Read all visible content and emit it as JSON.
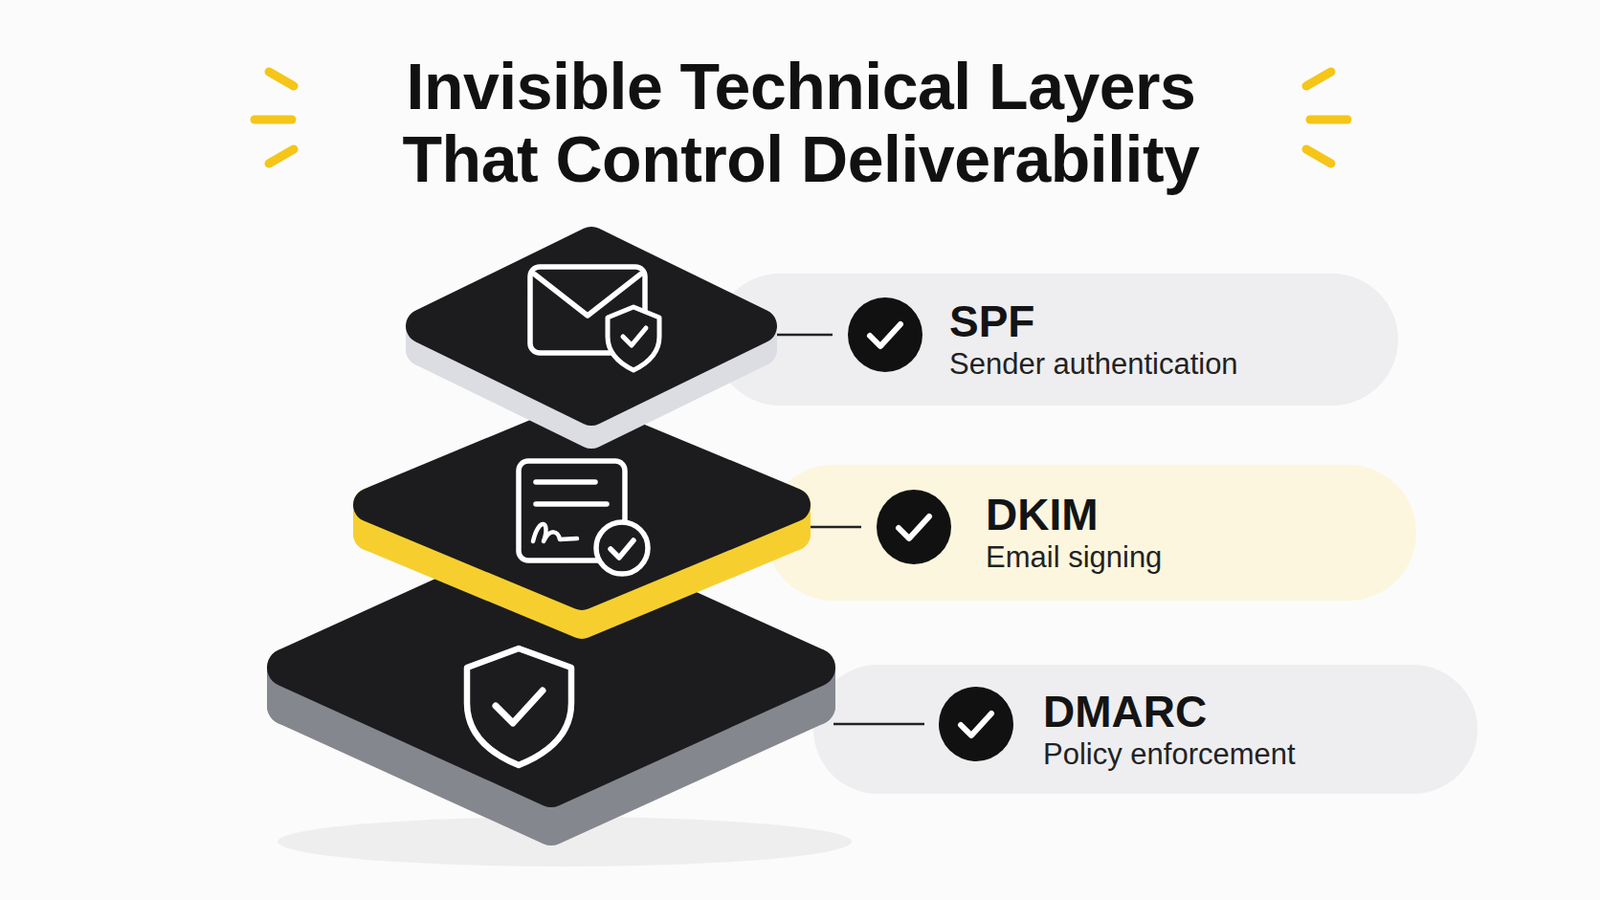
{
  "diagram": {
    "title": "Invisible Technical Layers That Control Deliverability",
    "nodes": [
      {
        "text": [
          "SPF",
          "Sender authentication"
        ]
      },
      {
        "text": [
          "DKIM",
          "Email signing"
        ]
      },
      {
        "text": [
          "DMARC",
          "Policy enforcement"
        ]
      }
    ]
  }
}
